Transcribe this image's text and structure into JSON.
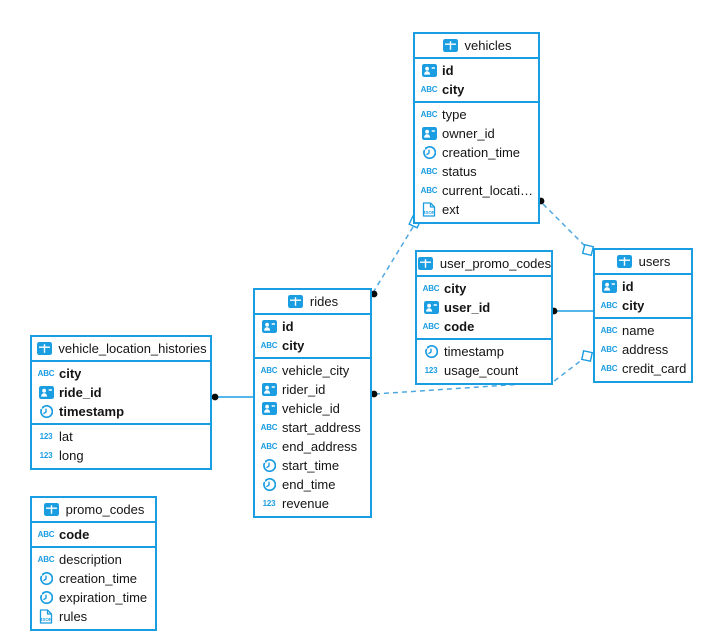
{
  "icons": {
    "text_glyph": "ABC",
    "number_glyph": "123",
    "json_glyph": "JSON"
  },
  "colors": {
    "accent": "#1b9de2",
    "dashed_line": "#4fa8e0",
    "marker_dot": "#0a0a0a"
  },
  "tables": {
    "vehicles": {
      "title": "vehicles",
      "pk": [
        {
          "name": "id",
          "type": "ref"
        },
        {
          "name": "city",
          "type": "text"
        }
      ],
      "fields": [
        {
          "name": "type",
          "type": "text"
        },
        {
          "name": "owner_id",
          "type": "ref"
        },
        {
          "name": "creation_time",
          "type": "time"
        },
        {
          "name": "status",
          "type": "text"
        },
        {
          "name": "current_location",
          "type": "text"
        },
        {
          "name": "ext",
          "type": "json"
        }
      ]
    },
    "user_promo_codes": {
      "title": "user_promo_codes",
      "pk": [
        {
          "name": "city",
          "type": "text"
        },
        {
          "name": "user_id",
          "type": "ref"
        },
        {
          "name": "code",
          "type": "text"
        }
      ],
      "fields": [
        {
          "name": "timestamp",
          "type": "time"
        },
        {
          "name": "usage_count",
          "type": "number"
        }
      ]
    },
    "users": {
      "title": "users",
      "pk": [
        {
          "name": "id",
          "type": "ref"
        },
        {
          "name": "city",
          "type": "text"
        }
      ],
      "fields": [
        {
          "name": "name",
          "type": "text"
        },
        {
          "name": "address",
          "type": "text"
        },
        {
          "name": "credit_card",
          "type": "text"
        }
      ]
    },
    "rides": {
      "title": "rides",
      "pk": [
        {
          "name": "id",
          "type": "ref"
        },
        {
          "name": "city",
          "type": "text"
        }
      ],
      "fields": [
        {
          "name": "vehicle_city",
          "type": "text"
        },
        {
          "name": "rider_id",
          "type": "ref"
        },
        {
          "name": "vehicle_id",
          "type": "ref"
        },
        {
          "name": "start_address",
          "type": "text"
        },
        {
          "name": "end_address",
          "type": "text"
        },
        {
          "name": "start_time",
          "type": "time"
        },
        {
          "name": "end_time",
          "type": "time"
        },
        {
          "name": "revenue",
          "type": "number"
        }
      ]
    },
    "vehicle_location_histories": {
      "title": "vehicle_location_histories",
      "pk": [
        {
          "name": "city",
          "type": "text"
        },
        {
          "name": "ride_id",
          "type": "ref"
        },
        {
          "name": "timestamp",
          "type": "time"
        }
      ],
      "fields": [
        {
          "name": "lat",
          "type": "number"
        },
        {
          "name": "long",
          "type": "number"
        }
      ]
    },
    "promo_codes": {
      "title": "promo_codes",
      "pk": [
        {
          "name": "code",
          "type": "text"
        }
      ],
      "fields": [
        {
          "name": "description",
          "type": "text"
        },
        {
          "name": "creation_time",
          "type": "time"
        },
        {
          "name": "expiration_time",
          "type": "time"
        },
        {
          "name": "rules",
          "type": "json"
        }
      ]
    }
  },
  "relations": [
    {
      "from": "vehicles",
      "to": "rides",
      "style": "dashed"
    },
    {
      "from": "vehicles",
      "to": "users",
      "style": "dashed"
    },
    {
      "from": "rides",
      "to": "users",
      "style": "dashed"
    },
    {
      "from": "user_promo_codes",
      "to": "users",
      "style": "solid"
    },
    {
      "from": "vehicle_location_histories",
      "to": "rides",
      "style": "solid"
    }
  ]
}
